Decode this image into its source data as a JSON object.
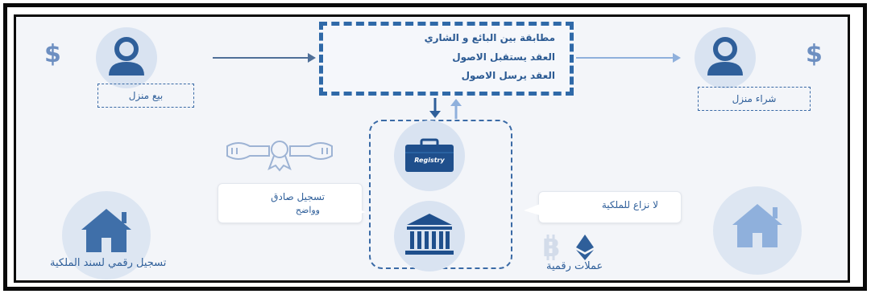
{
  "colors": {
    "primary": "#2f69a8",
    "accent": "#3f6fa9",
    "light_circle": "#d9e3f1",
    "muted_icon": "#8fb0dc",
    "background": "#f3f5f9",
    "frame": "#0a0a0a"
  },
  "seller": {
    "currency_symbol": "$",
    "label": "بيع منزل",
    "icon": "person-icon"
  },
  "buyer": {
    "currency_symbol": "$",
    "label": "شراء منزل",
    "icon": "person-icon"
  },
  "contract_box": {
    "lines": [
      "مطابقة بين البائع و الشاري",
      "العقد يستقبل الاصول",
      "العقد يرسل الاصول"
    ]
  },
  "registry": {
    "briefcase_label": "Registry",
    "briefcase_icon": "briefcase-icon",
    "bank_icon": "bank-icon"
  },
  "left_callout": {
    "text_line1": "تسجيل صادق",
    "text_line2": "وواضح",
    "icon": "certificate-icon"
  },
  "right_callout": {
    "text": "لا نزاع للملكية"
  },
  "bottom_left": {
    "caption": "تسجيل رقمي لسند الملكية",
    "icon": "house-icon"
  },
  "bottom_right": {
    "house_icon": "house-icon"
  },
  "crypto": {
    "caption": "عملات رقمية",
    "icons": [
      "bitcoin-icon",
      "ethereum-icon"
    ]
  }
}
